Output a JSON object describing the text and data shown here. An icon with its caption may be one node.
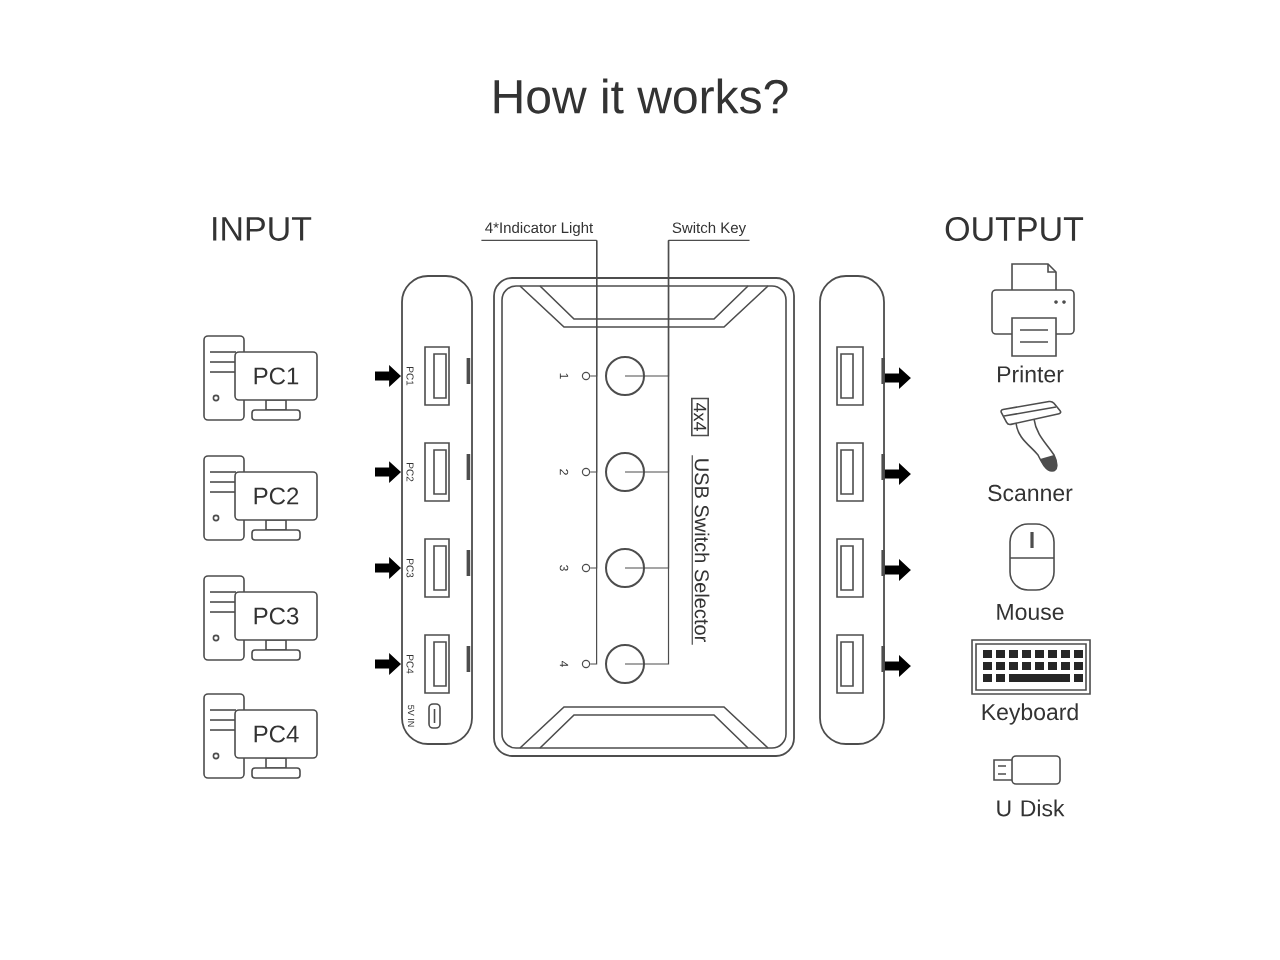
{
  "diagram": {
    "title": "How it works?",
    "nodes": [
      {
        "text": [
          "PC1"
        ]
      },
      {
        "text": [
          "PC2"
        ]
      },
      {
        "text": [
          "PC3"
        ]
      },
      {
        "text": [
          "PC4"
        ]
      },
      {
        "text": [],
        "shape": "box"
      },
      {
        "text": [],
        "shape": "box",
        "in": 4,
        "beside": [
          "PC1"
        ]
      },
      {
        "text": [],
        "shape": "box",
        "in": 4,
        "beside": [
          "PC2"
        ]
      },
      {
        "text": [],
        "shape": "box",
        "in": 4,
        "beside": [
          "PC3"
        ]
      },
      {
        "text": [],
        "shape": "box",
        "in": 4,
        "beside": [
          "PC4"
        ]
      },
      {
        "text": [
          "4*Indicator Light"
        ]
      },
      {
        "text": [
          "Switch Key"
        ]
      },
      {
        "text": [],
        "shape": "box"
      },
      {
        "text": [],
        "shape": "circle",
        "in": 11,
        "beside": [
          "1"
        ]
      },
      {
        "text": [],
        "shape": "circle",
        "in": 11,
        "beside": [
          "2"
        ]
      },
      {
        "text": [],
        "shape": "circle",
        "in": 11,
        "beside": [
          "3"
        ]
      },
      {
        "text": [],
        "shape": "circle",
        "in": 11,
        "beside": [
          "4"
        ]
      },
      {
        "text": [],
        "shape": "circle",
        "in": 11
      },
      {
        "text": [],
        "shape": "circle",
        "in": 11
      },
      {
        "text": [],
        "shape": "circle",
        "in": 11
      },
      {
        "text": [],
        "shape": "circle",
        "in": 11
      },
      {
        "text": [
          "4x4"
        ],
        "in": 11
      },
      {
        "text": [],
        "shape": "box"
      },
      {
        "text": [],
        "shape": "box",
        "in": 21
      },
      {
        "text": [],
        "shape": "box",
        "in": 21
      },
      {
        "text": [],
        "shape": "box",
        "in": 21
      },
      {
        "text": [],
        "shape": "box",
        "in": 21
      },
      {
        "text": [
          "Printer"
        ]
      },
      {
        "text": [
          "Scanner"
        ]
      },
      {
        "text": [
          "Mouse"
        ]
      },
      {
        "text": [
          "Keyboard"
        ]
      },
      {
        "text": [
          "U Disk"
        ]
      }
    ],
    "edges": [
      {
        "from": null,
        "to": 4,
        "arrow": "to",
        "style": "thick"
      },
      {
        "from": null,
        "to": 4,
        "arrow": "to",
        "style": "thick"
      },
      {
        "from": null,
        "to": 4,
        "arrow": "to",
        "style": "thick"
      },
      {
        "from": null,
        "to": 4,
        "arrow": "to",
        "style": "thick"
      },
      {
        "from": 9,
        "to": 12,
        "arrow": "none"
      },
      {
        "from": 9,
        "to": 13,
        "arrow": "none"
      },
      {
        "from": 9,
        "to": 14,
        "arrow": "none"
      },
      {
        "from": 9,
        "to": 15,
        "arrow": "none"
      },
      {
        "from": 10,
        "to": 16,
        "arrow": "none"
      },
      {
        "from": 10,
        "to": 17,
        "arrow": "none"
      },
      {
        "from": 10,
        "to": 18,
        "arrow": "none"
      },
      {
        "from": 10,
        "to": 19,
        "arrow": "none"
      },
      {
        "from": 21,
        "to": null,
        "arrow": "to",
        "style": "thick"
      },
      {
        "from": 21,
        "to": null,
        "arrow": "to",
        "style": "thick"
      },
      {
        "from": 21,
        "to": null,
        "arrow": "to",
        "style": "thick"
      },
      {
        "from": 21,
        "to": null,
        "arrow": "to",
        "style": "thick"
      }
    ],
    "labels": [
      "INPUT",
      "OUTPUT",
      "USB Switch Selector",
      "5V IN"
    ]
  }
}
